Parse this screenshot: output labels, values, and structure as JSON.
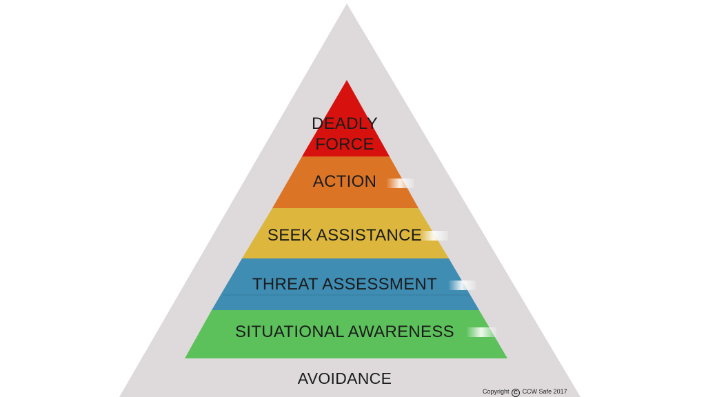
{
  "tiers": {
    "deadly_force": {
      "line1": "DEADLY",
      "line2": "FORCE",
      "color": "#d6110e"
    },
    "action": {
      "label": "ACTION",
      "color": "#dc7425"
    },
    "seek_assistance": {
      "label": "SEEK ASSISTANCE",
      "color": "#dcb63d"
    },
    "threat_assessment": {
      "label": "THREAT ASSESSMENT",
      "color": "#3f8db3"
    },
    "situational_awareness": {
      "label": "SITUATIONAL AWARENESS",
      "color": "#5cc15b"
    },
    "avoidance": {
      "label": "AVOIDANCE",
      "color": "#dedadb"
    }
  },
  "copyright": {
    "prefix": "Copyright",
    "symbol": "C",
    "text": "CCW Safe 2017"
  }
}
